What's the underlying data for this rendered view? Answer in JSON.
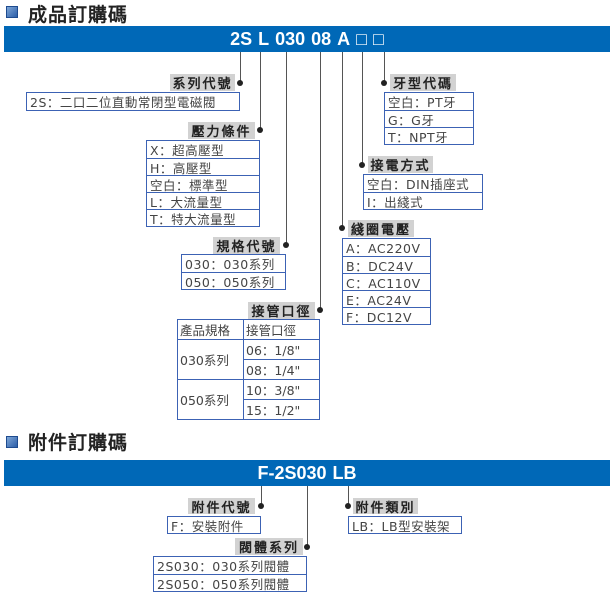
{
  "product": {
    "title": "成品訂購碼",
    "code_segments": [
      "2S",
      "L",
      "030",
      "08",
      "A",
      "□",
      "□"
    ],
    "series": {
      "label": "系列代號",
      "options": [
        "2S：二口二位直動常閉型電磁閥"
      ]
    },
    "pressure": {
      "label": "壓力條件",
      "options": [
        "X：超高壓型",
        "H：高壓型",
        "空白：標準型",
        "L：大流量型",
        "T：特大流量型"
      ]
    },
    "spec": {
      "label": "規格代號",
      "options": [
        "030：030系列",
        "050：050系列"
      ]
    },
    "port": {
      "label": "接管口徑",
      "headers": [
        "產品規格",
        "接管口徑"
      ],
      "groups": [
        {
          "series": "030系列",
          "sizes": [
            "06：1/8\"",
            "08：1/4\""
          ]
        },
        {
          "series": "050系列",
          "sizes": [
            "10：3/8\"",
            "15：1/2\""
          ]
        }
      ]
    },
    "voltage": {
      "label": "綫圈電壓",
      "options": [
        "A：AC220V",
        "B：DC24V",
        "C：AC110V",
        "E：AC24V",
        "F：DC12V"
      ]
    },
    "wiring": {
      "label": "接電方式",
      "options": [
        "空白：DIN插座式",
        "I：出綫式"
      ]
    },
    "thread": {
      "label": "牙型代碼",
      "options": [
        "空白：PT牙",
        "G：G牙",
        "T：NPT牙"
      ]
    }
  },
  "accessory": {
    "title": "附件訂購碼",
    "code_segments": [
      "F-2S030",
      "LB"
    ],
    "code": {
      "label": "附件代號",
      "options": [
        "F：安裝附件"
      ]
    },
    "body": {
      "label": "閥體系列",
      "options": [
        "2S030：030系列閥體",
        "2S050：050系列閥體"
      ]
    },
    "type": {
      "label": "附件類別",
      "options": [
        "LB：LB型安裝架"
      ]
    }
  },
  "colors": {
    "bar": "#0068b7",
    "border": "#3c62b4",
    "label_bg": "#d2d2d2"
  }
}
